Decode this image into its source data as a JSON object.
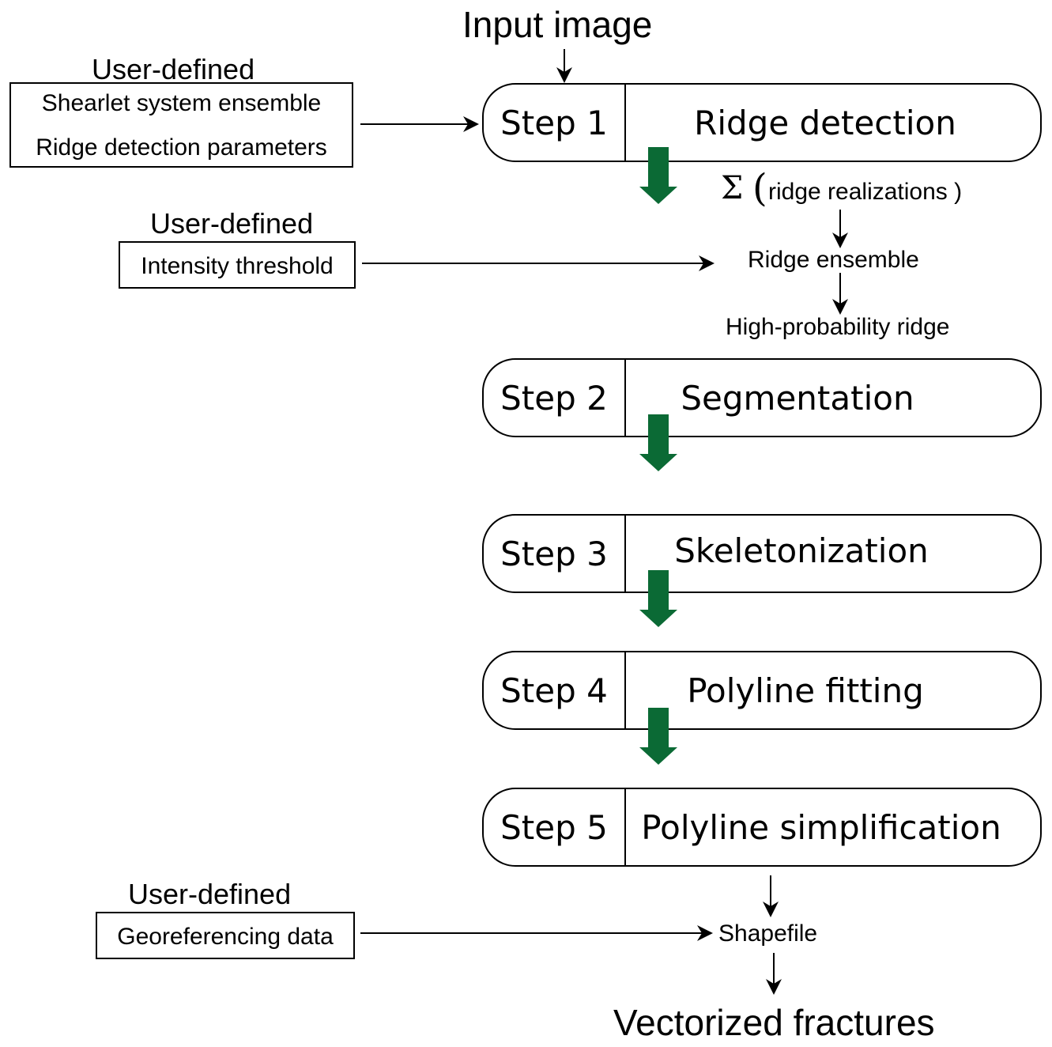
{
  "title": "Input image",
  "inputs": [
    {
      "heading": "User-defined",
      "lines": [
        "Shearlet  system  ensemble",
        "Ridge detection parameters"
      ]
    },
    {
      "heading": "User-defined",
      "lines": [
        "Intensity threshold"
      ]
    },
    {
      "heading": "User-defined",
      "lines": [
        "Georeferencing data"
      ]
    }
  ],
  "steps": [
    {
      "label": "Step 1",
      "title": "Ridge  detection"
    },
    {
      "label": "Step 2",
      "title": "Segmentation"
    },
    {
      "label": "Step 3",
      "title": "Skeletonization"
    },
    {
      "label": "Step 4",
      "title": "Polyline  fitting"
    },
    {
      "label": "Step 5",
      "title": "Polyline  simplification"
    }
  ],
  "intermediate": {
    "sigma": "Σ",
    "open_paren": "(",
    "realizations": "ridge realizations )",
    "ensemble": "Ridge ensemble",
    "high_prob": "High-probability ridge",
    "shapefile": "Shapefile"
  },
  "output": "Vectorized fractures",
  "colors": {
    "flow_arrow": "#0b6a35",
    "stroke": "#000000"
  }
}
